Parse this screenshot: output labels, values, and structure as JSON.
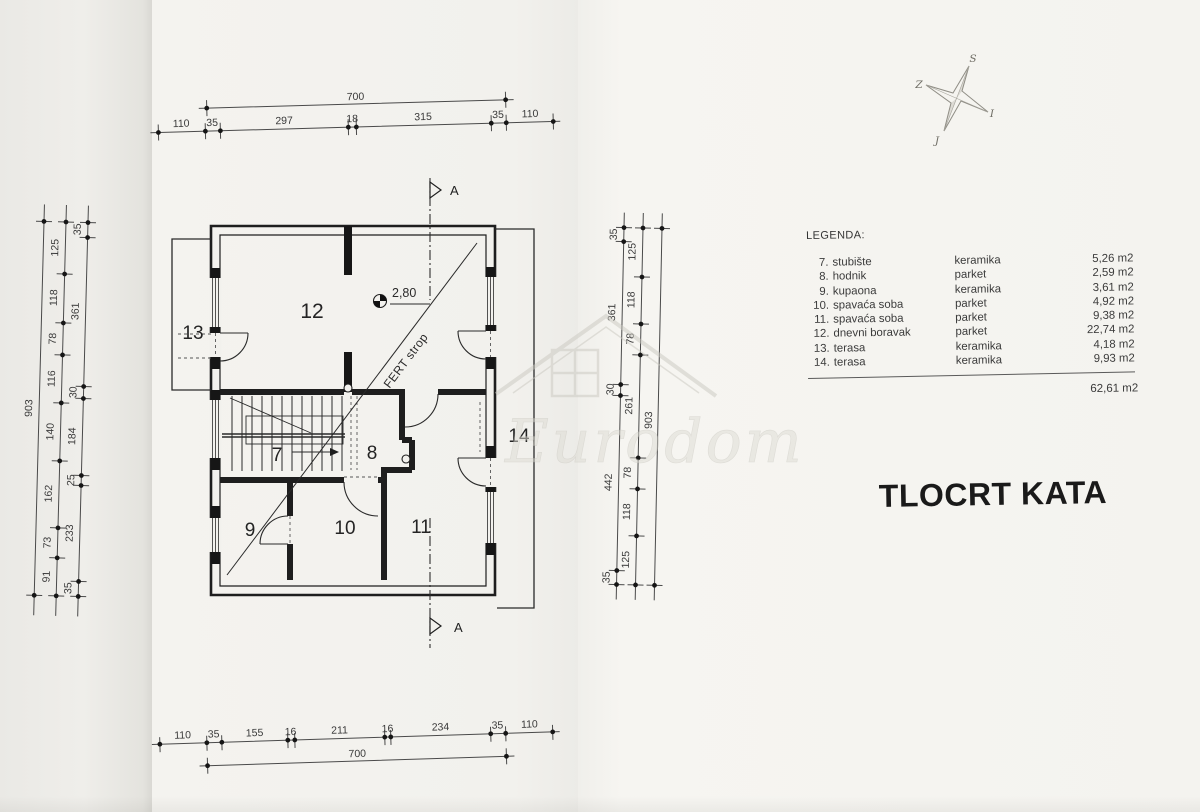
{
  "title": "TLOCRT KATA",
  "watermark": "Eurodom",
  "legend": {
    "heading": "LEGENDA:",
    "rows": [
      {
        "num": "7.",
        "name": "stubište",
        "material": "keramika",
        "area": "5,26 m2"
      },
      {
        "num": "8.",
        "name": "hodnik",
        "material": "parket",
        "area": "2,59 m2"
      },
      {
        "num": "9.",
        "name": "kupaona",
        "material": "keramika",
        "area": "3,61 m2"
      },
      {
        "num": "10.",
        "name": "spavaća soba",
        "material": "parket",
        "area": "4,92 m2"
      },
      {
        "num": "11.",
        "name": "spavaća soba",
        "material": "parket",
        "area": "9,38 m2"
      },
      {
        "num": "12.",
        "name": "dnevni boravak",
        "material": "parket",
        "area": "22,74 m2"
      },
      {
        "num": "13.",
        "name": "terasa",
        "material": "keramika",
        "area": "4,18 m2"
      },
      {
        "num": "14.",
        "name": "terasa",
        "material": "keramika",
        "area": "9,93 m2"
      }
    ],
    "total": "62,61 m2"
  },
  "compass": {
    "north": "S",
    "west": "Z",
    "east": "I",
    "south": "J"
  },
  "plan": {
    "rooms": {
      "r7": "7",
      "r8": "8",
      "r9": "9",
      "r10": "10",
      "r11": "11",
      "r12": "12",
      "r13": "13",
      "r14": "14"
    },
    "ceiling_height": "2,80",
    "ceiling_note": "FERT strop",
    "section_label": "A"
  },
  "dims": {
    "top": {
      "total": "700",
      "segments": [
        "110",
        "35",
        "297",
        "18",
        "315",
        "35",
        "110"
      ]
    },
    "bottom": {
      "total": "700",
      "segments": [
        "110",
        "35",
        "155",
        "16",
        "211",
        "16",
        "234",
        "35",
        "110"
      ]
    },
    "left": {
      "overall": "903",
      "mid": [
        "125",
        "118",
        "78",
        "116",
        "140",
        "162",
        "73",
        "91"
      ],
      "inner": [
        "35",
        "361",
        "30",
        "184",
        "25",
        "233",
        "35"
      ]
    },
    "right": {
      "overall": "903",
      "mid": [
        "125",
        "118",
        "78",
        "261",
        "78",
        "118",
        "125"
      ],
      "inner": [
        "35",
        "361",
        "30",
        "442",
        "35"
      ]
    }
  },
  "colors": {
    "paper": "#f2f1ed",
    "ink": "#1e1e1e",
    "dim_line": "#4a4a4a",
    "watermark": "#cac8c0"
  }
}
